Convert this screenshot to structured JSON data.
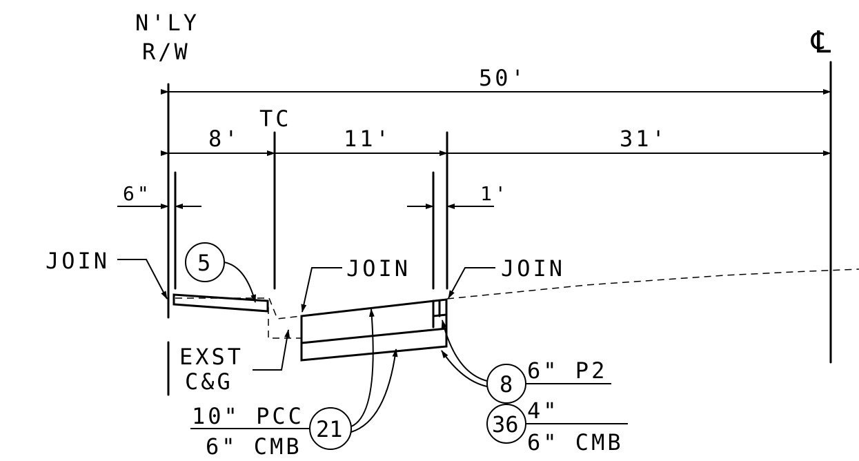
{
  "labels": {
    "row_line1": "N'LY",
    "row_line2": "R/W",
    "centerline": "℄",
    "dim_total": "50'",
    "tc": "TC",
    "dim_8": "8'",
    "dim_11": "11'",
    "dim_31": "31'",
    "dim_6in": "6\"",
    "dim_1": "1'",
    "join_left": "JOIN",
    "join_mid": "JOIN",
    "join_right": "JOIN",
    "exst_line1": "EXST",
    "exst_line2": "C&G"
  },
  "callouts": [
    {
      "id": "5",
      "top": "",
      "bottom": ""
    },
    {
      "id": "21",
      "top": "10\" PCC",
      "bottom": "6\" CMB"
    },
    {
      "id": "8",
      "top": "6\" P2",
      "bottom": ""
    },
    {
      "id": "36",
      "top": "4\"",
      "bottom": "6\" CMB"
    }
  ]
}
